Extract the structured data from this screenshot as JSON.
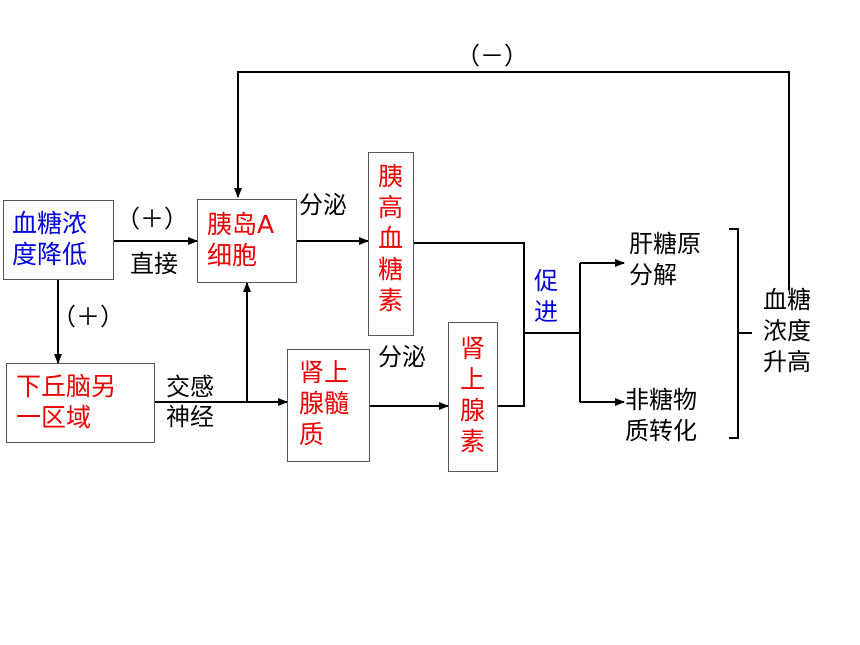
{
  "colors": {
    "red": "#ee0000",
    "blue": "#0000dd",
    "black": "#000000",
    "line": "#000000"
  },
  "nodes": {
    "low_glucose": "血糖浓\n度降低",
    "hypothalamus": "下丘脑另\n一区域",
    "islet_a": "胰岛A\n细胞",
    "adrenal_medulla": "肾上\n腺髓\n质",
    "glucagon": "胰\n高\n血\n糖\n素",
    "epinephrine": "肾\n上\n腺\n素",
    "glycogenolysis": "肝糖原\n分解",
    "gluconeogenesis": "非糖物\n质转化",
    "high_glucose": "血糖\n浓度\n升高"
  },
  "labels": {
    "negative_feedback": "（－）",
    "plus_direct": "（＋）",
    "direct": "直接",
    "plus_down": "（＋）",
    "sympathetic": "交感\n神经",
    "secrete_top": "分泌",
    "secrete_bottom": "分泌",
    "promote": "促\n进"
  }
}
